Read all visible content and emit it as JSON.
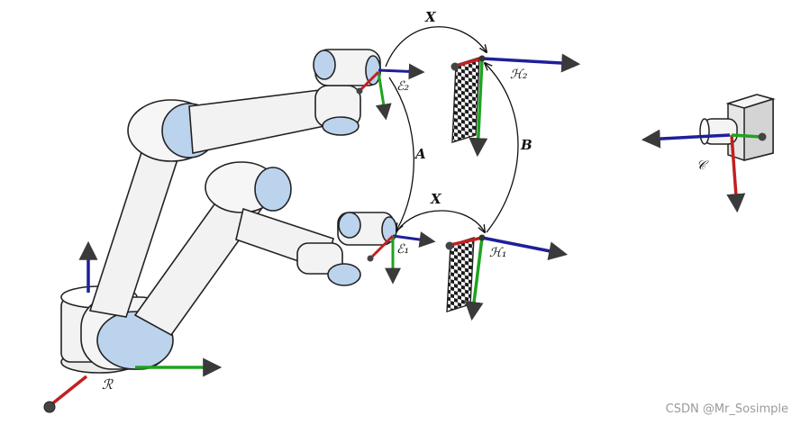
{
  "labels": {
    "base_frame": "ℛ",
    "camera_frame": "𝒞",
    "effector_1": "ℰ₁",
    "effector_2": "ℰ₂",
    "pattern_1": "ℋ₁",
    "pattern_2": "ℋ₂",
    "transform_x_top": "X",
    "transform_x_bottom": "X",
    "transform_a": "A",
    "transform_b": "B"
  },
  "watermark": "CSDN @Mr_Sosimple",
  "colors": {
    "axis_x": "#1f1f9a",
    "axis_y": "#c41f1f",
    "axis_z": "#1fa31f",
    "robot_body": "#f2f2f2",
    "robot_joint": "#bcd3ee",
    "outline": "#222222",
    "checker_dark": "#1a1a1a",
    "checker_light": "#ffffff"
  }
}
